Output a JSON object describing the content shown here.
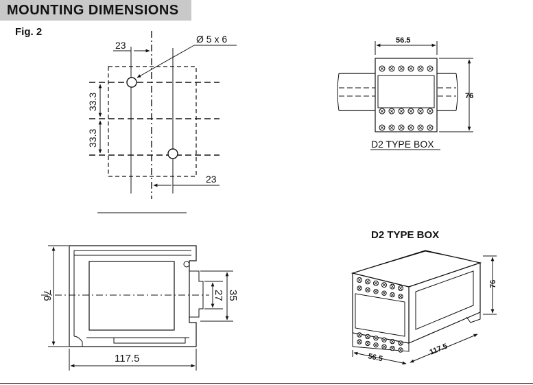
{
  "page": {
    "title": "MOUNTING  DIMENSIONS",
    "figure_label": "Fig. 2"
  },
  "hole_pattern": {
    "horizontal_offset_top": "23",
    "horizontal_offset_bottom": "23",
    "hole_spec": "Ø 5 x 6",
    "vertical_spacing_upper": "33.3",
    "vertical_spacing_lower": "33.3"
  },
  "rail_view": {
    "width_label": "56.5",
    "height_label": "76",
    "caption": "D2 TYPE BOX"
  },
  "side_view": {
    "height_label": "76",
    "width_label": "117.5",
    "clip_inner_label": "27",
    "clip_outer_label": "35"
  },
  "isometric_view": {
    "title": "D2 TYPE BOX",
    "height_label": "76",
    "depth_label": "56.5",
    "length_label": "117.5"
  }
}
